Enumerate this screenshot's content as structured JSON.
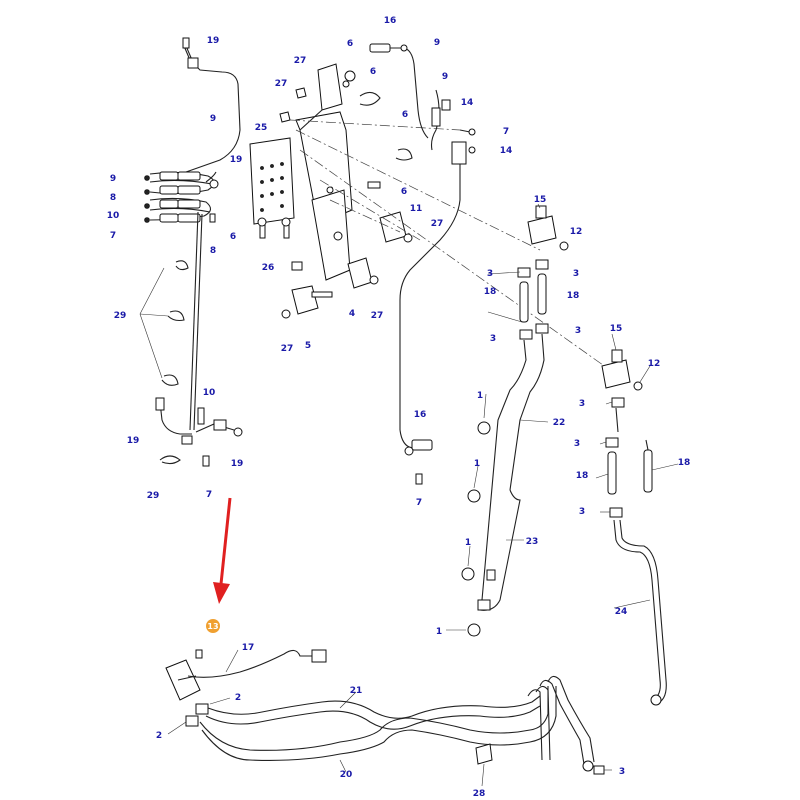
{
  "diagram": {
    "highlight_color": "#f0a030",
    "arrow_color": "#e02020",
    "label_color": "#1a1aa8",
    "highlight_label": "13"
  },
  "labels": {
    "l01": "19",
    "l02": "9",
    "l03": "19",
    "l04": "9",
    "l05": "8",
    "l06": "10",
    "l07": "7",
    "l08": "8",
    "l09": "29",
    "l10": "10",
    "l11": "19",
    "l12": "19",
    "l13": "29",
    "l14": "7",
    "l15": "27",
    "l16": "6",
    "l17": "6",
    "l18": "27",
    "l19": "25",
    "l20": "16",
    "l21": "9",
    "l22": "9",
    "l23": "14",
    "l24": "6",
    "l25": "7",
    "l26": "14",
    "l27": "6",
    "l28": "11",
    "l29": "27",
    "l30": "6",
    "l31": "26",
    "l32": "4",
    "l33": "27",
    "l34": "27",
    "l35": "5",
    "l36": "15",
    "l37": "12",
    "l38": "3",
    "l39": "3",
    "l40": "18",
    "l41": "18",
    "l42": "3",
    "l43": "3",
    "l44": "15",
    "l45": "12",
    "l46": "3",
    "l47": "3",
    "l48": "18",
    "l49": "18",
    "l50": "3",
    "l51": "16",
    "l52": "7",
    "l53": "1",
    "l54": "22",
    "l55": "1",
    "l56": "1",
    "l57": "23",
    "l58": "1",
    "l59": "24",
    "l60": "17",
    "l61": "2",
    "l62": "2",
    "l63": "21",
    "l64": "20",
    "l65": "28",
    "l66": "3"
  }
}
